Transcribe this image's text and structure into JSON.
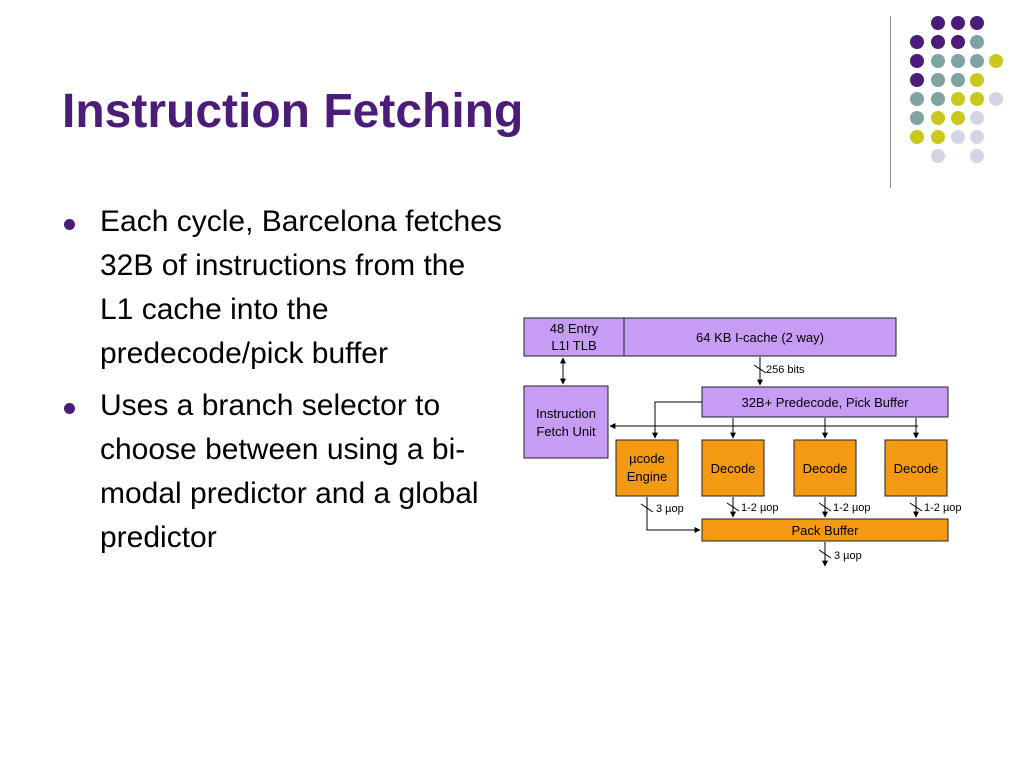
{
  "slide": {
    "title": "Instruction Fetching",
    "bullets": [
      "Each cycle, Barcelona fetches 32B of instructions from the L1 cache into the predecode/pick buffer",
      "Uses a branch selector to choose between using a bi-modal predictor and a global predictor"
    ]
  },
  "colors": {
    "title": "#4b1c78",
    "dot_purple": "#4b1c78",
    "dot_teal": "#7fa3a3",
    "dot_yellow": "#c8c81e",
    "dot_lavender": "#d4d4e6",
    "box_lavender": "#c79cf5",
    "box_orange": "#f49a12"
  },
  "diagram": {
    "tlb_line1": "48 Entry",
    "tlb_line2": "L1I TLB",
    "icache": "64 KB I-cache (2 way)",
    "bits_256": "256 bits",
    "ifu_line1": "Instruction",
    "ifu_line2": "Fetch Unit",
    "predecode": "32B+ Predecode, Pick Buffer",
    "ucode_line1": "µcode",
    "ucode_line2": "Engine",
    "decode_1": "Decode",
    "decode_2": "Decode",
    "decode_3": "Decode",
    "uop_ucode": "3 µop",
    "uop_decode_1": "1-2 µop",
    "uop_decode_2": "1-2 µop",
    "uop_decode_3": "1-2 µop",
    "pack_buffer": "Pack Buffer",
    "uop_out": "3 µop"
  }
}
